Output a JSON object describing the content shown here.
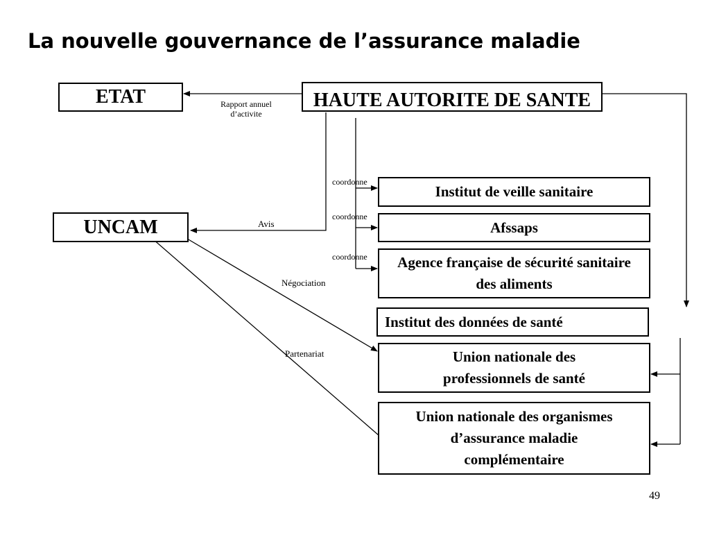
{
  "title": "La nouvelle gouvernance de l’assurance maladie",
  "nodes": {
    "etat": "ETAT",
    "has": "HAUTE AUTORITE DE SANTE",
    "uncam": "UNCAM",
    "invs": "Institut de veille sanitaire",
    "afssaps": "Afssaps",
    "afssa": "Agence française de sécurité sanitaire des aliments",
    "ids": "Institut des données de santé",
    "unps": "Union nationale des professionnels de santé",
    "unocam": "Union nationale des organismes d’assurance maladie complémentaire"
  },
  "edges": {
    "rapport": "Rapport annuel d’activite",
    "avis": "Avis",
    "coord1": "coordonne",
    "coord2": "coordonne",
    "coord3": "coordonne",
    "negociation": "Négociation",
    "partenariat": "Partenariat"
  },
  "page_number": "49"
}
